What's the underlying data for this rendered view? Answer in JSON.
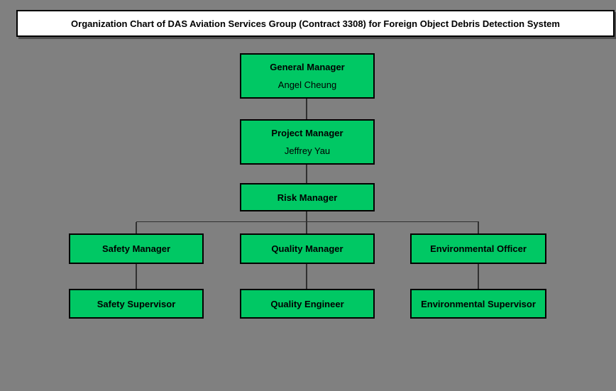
{
  "title": "Organization Chart of DAS Aviation Services Group (Contract 3308) for Foreign Object Debris Detection System",
  "colors": {
    "canvas_background": "#808080",
    "node_fill": "#00C864",
    "node_border": "#000000",
    "connector": "#303030",
    "title_background": "#FFFFFF",
    "text": "#000000"
  },
  "diagram": {
    "type": "org-chart",
    "nodes": {
      "general_manager": {
        "title": "General Manager",
        "person": "Angel Cheung"
      },
      "project_manager": {
        "title": "Project Manager",
        "person": "Jeffrey Yau"
      },
      "risk_manager": {
        "title": "Risk Manager"
      },
      "safety_manager": {
        "title": "Safety Manager"
      },
      "quality_manager": {
        "title": "Quality Manager"
      },
      "environmental_officer": {
        "title": "Environmental Officer"
      },
      "safety_supervisor": {
        "title": "Safety Supervisor"
      },
      "quality_engineer": {
        "title": "Quality Engineer"
      },
      "environmental_supervisor": {
        "title": "Environmental Supervisor"
      }
    },
    "hierarchy": [
      {
        "from": "general_manager",
        "to": "project_manager"
      },
      {
        "from": "project_manager",
        "to": "risk_manager"
      },
      {
        "from": "risk_manager",
        "to": "safety_manager"
      },
      {
        "from": "risk_manager",
        "to": "quality_manager"
      },
      {
        "from": "risk_manager",
        "to": "environmental_officer"
      },
      {
        "from": "safety_manager",
        "to": "safety_supervisor"
      },
      {
        "from": "quality_manager",
        "to": "quality_engineer"
      },
      {
        "from": "environmental_officer",
        "to": "environmental_supervisor"
      }
    ]
  }
}
